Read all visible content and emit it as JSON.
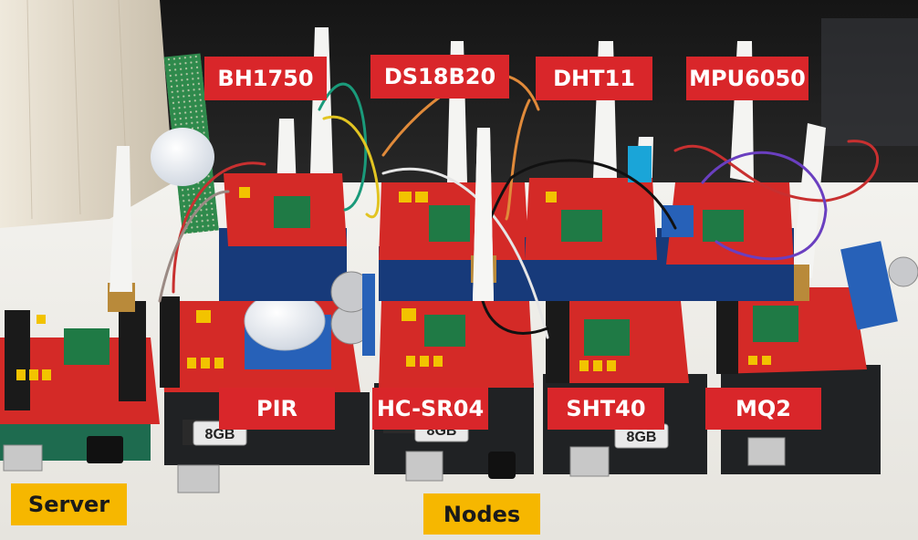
{
  "labels": {
    "bh1750": "BH1750",
    "ds18b20": "DS18B20",
    "dht11": "DHT11",
    "mpu6050": "MPU6050",
    "pir": "PIR",
    "hcsr04": "HC-SR04",
    "sht40": "SHT40",
    "mq2": "MQ2",
    "server": "Server",
    "nodes": "Nodes"
  },
  "sd_card_label": "8GB",
  "colors": {
    "label_red": "#d9262a",
    "label_yellow": "#f6b700",
    "shield_red": "#d42a27",
    "arduino_blue": "#173a7a",
    "arduino_green": "#1e6b4f",
    "lora_green": "#1f7a45"
  }
}
